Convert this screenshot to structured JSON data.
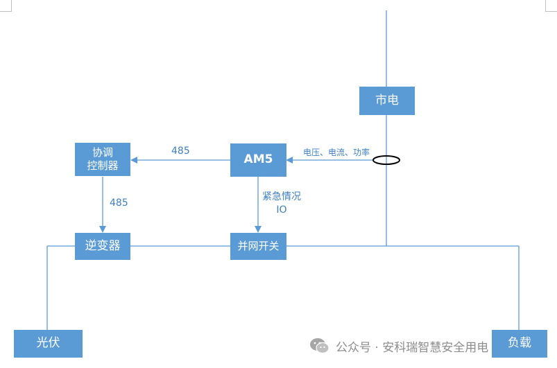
{
  "nodes": {
    "grid": "市电",
    "am5": "AM5",
    "coordinator_line1": "协调",
    "coordinator_line2": "控制器",
    "inverter": "逆变器",
    "grid_switch": "并网开关",
    "pv": "光伏",
    "load": "负载"
  },
  "edges": {
    "am5_to_coordinator": "485",
    "coordinator_to_inverter": "485",
    "sensor_to_am5": "电压、电流、功率",
    "am5_to_switch_line1": "紧急情况",
    "am5_to_switch_line2": "IO"
  },
  "watermark": {
    "text": "公众号 · 安科瑞智慧安全用电",
    "icon": "wechat-icon"
  },
  "colors": {
    "box": "#5b9bd5",
    "line": "#5b9bd5",
    "label": "#3e7fc1",
    "sensor_ring": "#000000"
  }
}
